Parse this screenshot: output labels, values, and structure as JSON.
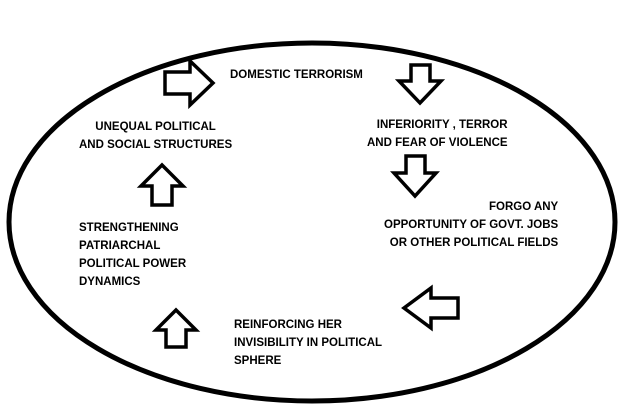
{
  "diagram": {
    "nodes": {
      "domestic_terrorism": [
        "DOMESTIC TERRORISM"
      ],
      "inferiority": [
        "INFERIORITY , TERROR",
        "AND FEAR OF VIOLENCE"
      ],
      "forgo": [
        "FORGO ANY",
        "OPPORTUNITY OF GOVT. JOBS",
        "OR OTHER POLITICAL FIELDS"
      ],
      "reinforcing": [
        "REINFORCING HER",
        "INVISIBILITY IN POLITICAL",
        "SPHERE"
      ],
      "strengthening": [
        "STRENGTHENING",
        "PATRIARCHAL",
        "POLITICAL POWER",
        "DYNAMICS"
      ],
      "unequal": [
        "UNEQUAL POLITICAL",
        "AND SOCIAL STRUCTURES"
      ]
    },
    "arrows": [
      {
        "name": "arrow-right-to-domestic-terrorism",
        "direction": "right"
      },
      {
        "name": "arrow-down-to-inferiority",
        "direction": "down"
      },
      {
        "name": "arrow-down-to-forgo",
        "direction": "down"
      },
      {
        "name": "arrow-left-to-reinforcing",
        "direction": "left"
      },
      {
        "name": "arrow-up-to-strengthening",
        "direction": "up"
      },
      {
        "name": "arrow-up-to-unequal",
        "direction": "up"
      }
    ],
    "colors": {
      "stroke": "#000000",
      "background": "#ffffff"
    }
  }
}
